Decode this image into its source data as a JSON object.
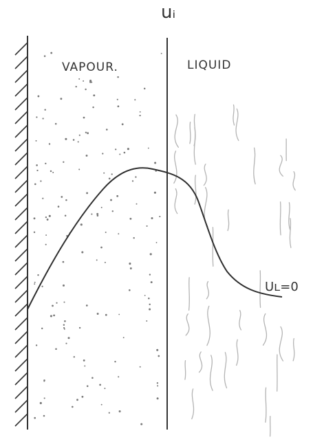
{
  "labels": {
    "interface_velocity": "uᵢ",
    "vapour": "VAPOUR.",
    "liquid": "LIQUID",
    "liquid_velocity": "Uʟ=0"
  },
  "colors": {
    "ink": "#333333",
    "dots": "#7a7a7a",
    "turbulence": "#b3b3b3"
  }
}
